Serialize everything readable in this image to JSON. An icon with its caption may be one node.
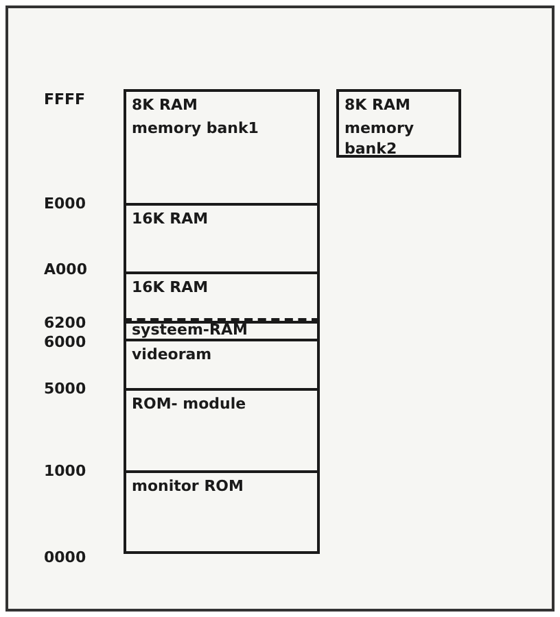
{
  "diagram": {
    "nodes": [
      {
        "text": [
          "8K RAM",
          "memory bank1"
        ]
      },
      {
        "text": [
          "16K RAM"
        ]
      },
      {
        "text": [
          "16K RAM"
        ]
      },
      {
        "text": [
          "systeem-RAM"
        ]
      },
      {
        "text": [
          "videoram"
        ]
      },
      {
        "text": [
          "ROM- module"
        ]
      },
      {
        "text": [
          "monitor ROM"
        ]
      },
      {
        "text": [
          "8K RAM",
          "memory bank2"
        ]
      }
    ],
    "labels": [
      "FFFF",
      "E000",
      "A000",
      "6200",
      "6000",
      "5000",
      "1000",
      "0000"
    ]
  }
}
